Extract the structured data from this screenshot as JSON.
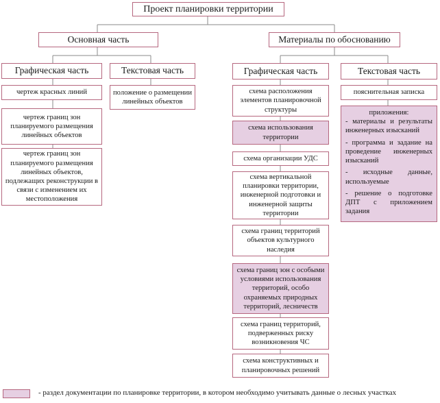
{
  "root": "Проект планировки территории",
  "main_part": {
    "title": "Основная часть",
    "graphic": {
      "title": "Графическая часть",
      "items": [
        "чертеж красных линий",
        "чертеж границ зон планируемого размещения линейных объектов",
        "чертеж границ зон планируемого размещения линейных объектов, подлежащих реконструкции в связи с изменением их местоположения"
      ]
    },
    "text": {
      "title": "Текстовая часть",
      "items": [
        "положение о размещении линейных объектов"
      ]
    }
  },
  "justification": {
    "title": "Материалы по обоснованию",
    "graphic": {
      "title": "Графическая часть",
      "items": [
        "схема расположения элементов планировочной структуры",
        "схема использования территории",
        "схема организации УДС",
        "схема вертикальной планировки территории, инженерной подготовки и инженерной защиты территории",
        "схема границ территорий объектов культурного наследия",
        "схема границ зон с особыми условиями использования территорий, особо охраняемых природных территорий, лесничеств",
        "схема границ территорий, подверженных риску возникновения ЧС",
        "схема конструктивных и планировочных решений"
      ]
    },
    "text": {
      "title": "Текстовая часть",
      "items": [
        "пояснительная записка"
      ],
      "appendix": {
        "title": "приложения:",
        "items": [
          "- материалы и результаты инженерных изысканий",
          "- программа и задание на проведение инженерных изысканий",
          "- исходные данные, используемые",
          "- решение о подготовке ДПТ с приложением задания"
        ]
      }
    }
  },
  "legend": {
    "text": "- раздел документации по планировке территории, в котором необходимо учитывать данные о лесных участках"
  },
  "colors": {
    "border": "#b5667e",
    "highlight": "#e6cfe2",
    "line": "#8a8a8a"
  }
}
